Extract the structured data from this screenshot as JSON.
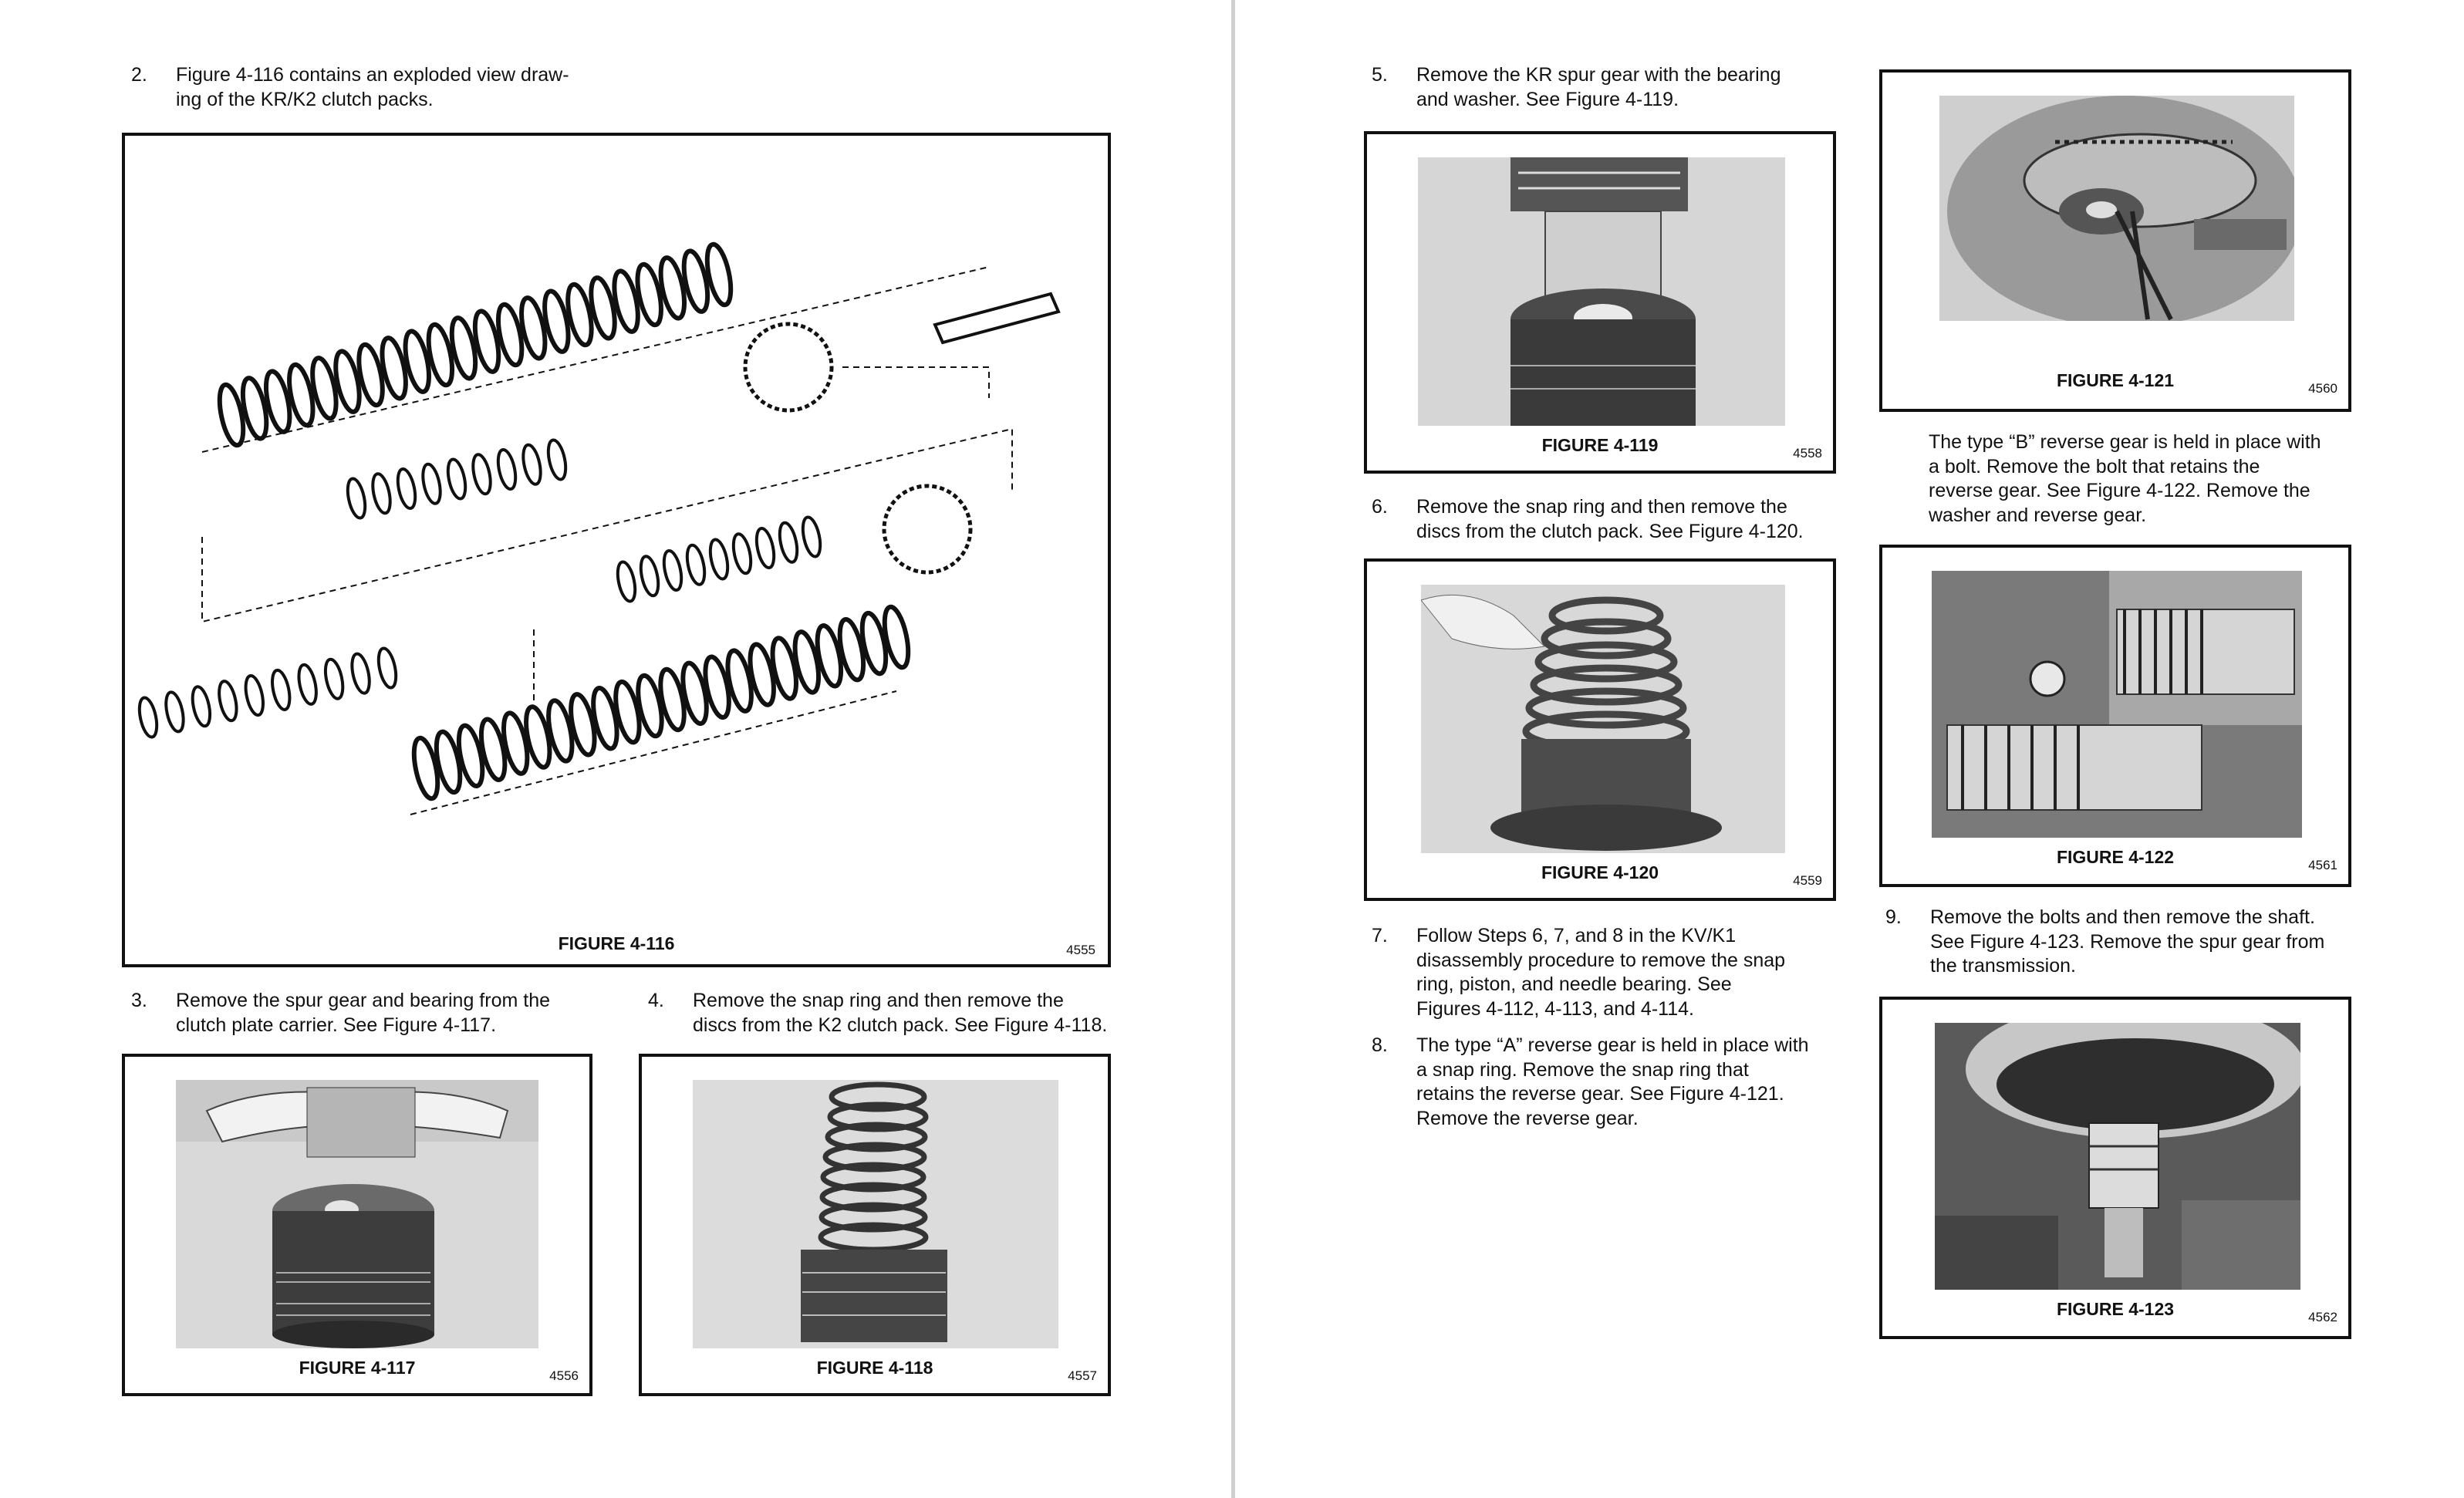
{
  "left": {
    "step2": {
      "num": "2.",
      "lines": [
        "Figure 4-116 contains an exploded view draw-",
        "ing of the KR/K2 clutch packs."
      ]
    },
    "fig116": {
      "caption": "FIGURE 4-116",
      "code": "4555"
    },
    "step3": {
      "num": "3.",
      "lines": [
        "Remove the spur gear and bearing from the",
        "clutch plate carrier. See Figure 4-117."
      ]
    },
    "step4": {
      "num": "4.",
      "lines": [
        "Remove the snap ring and then remove the",
        "discs from the K2 clutch pack. See Figure 4-118."
      ]
    },
    "fig117": {
      "caption": "FIGURE 4-117",
      "code": "4556"
    },
    "fig118": {
      "caption": "FIGURE 4-118",
      "code": "4557"
    }
  },
  "right": {
    "step5": {
      "num": "5.",
      "lines": [
        "Remove the KR spur gear with the bearing",
        "and washer. See Figure 4-119."
      ]
    },
    "fig119": {
      "caption": "FIGURE 4-119",
      "code": "4558"
    },
    "step6": {
      "num": "6.",
      "lines": [
        "Remove the snap ring and then remove the",
        "discs from the clutch pack. See Figure 4-120."
      ]
    },
    "fig120": {
      "caption": "FIGURE 4-120",
      "code": "4559"
    },
    "step7": {
      "num": "7.",
      "lines": [
        "Follow Steps 6, 7, and 8 in the KV/K1",
        "disassembly procedure to remove the snap",
        "ring, piston, and needle bearing. See",
        "Figures 4-112, 4-113, and 4-114."
      ]
    },
    "step8": {
      "num": "8.",
      "lines": [
        "The type “A” reverse gear is held in place with",
        "a snap ring. Remove the snap ring that",
        "retains the reverse gear. See Figure 4-121.",
        "Remove the reverse gear."
      ]
    },
    "fig121": {
      "caption": "FIGURE 4-121",
      "code": "4560"
    },
    "typeB": {
      "lines": [
        "The type “B” reverse gear is held in place with",
        "a bolt. Remove the bolt that retains the",
        "reverse gear. See Figure 4-122. Remove the",
        "washer and reverse gear."
      ]
    },
    "fig122": {
      "caption": "FIGURE 4-122",
      "code": "4561"
    },
    "step9": {
      "num": "9.",
      "lines": [
        "Remove the bolts and then remove the shaft.",
        "See Figure 4-123. Remove the spur gear from",
        "the transmission."
      ]
    },
    "fig123": {
      "caption": "FIGURE 4-123",
      "code": "4562"
    }
  }
}
